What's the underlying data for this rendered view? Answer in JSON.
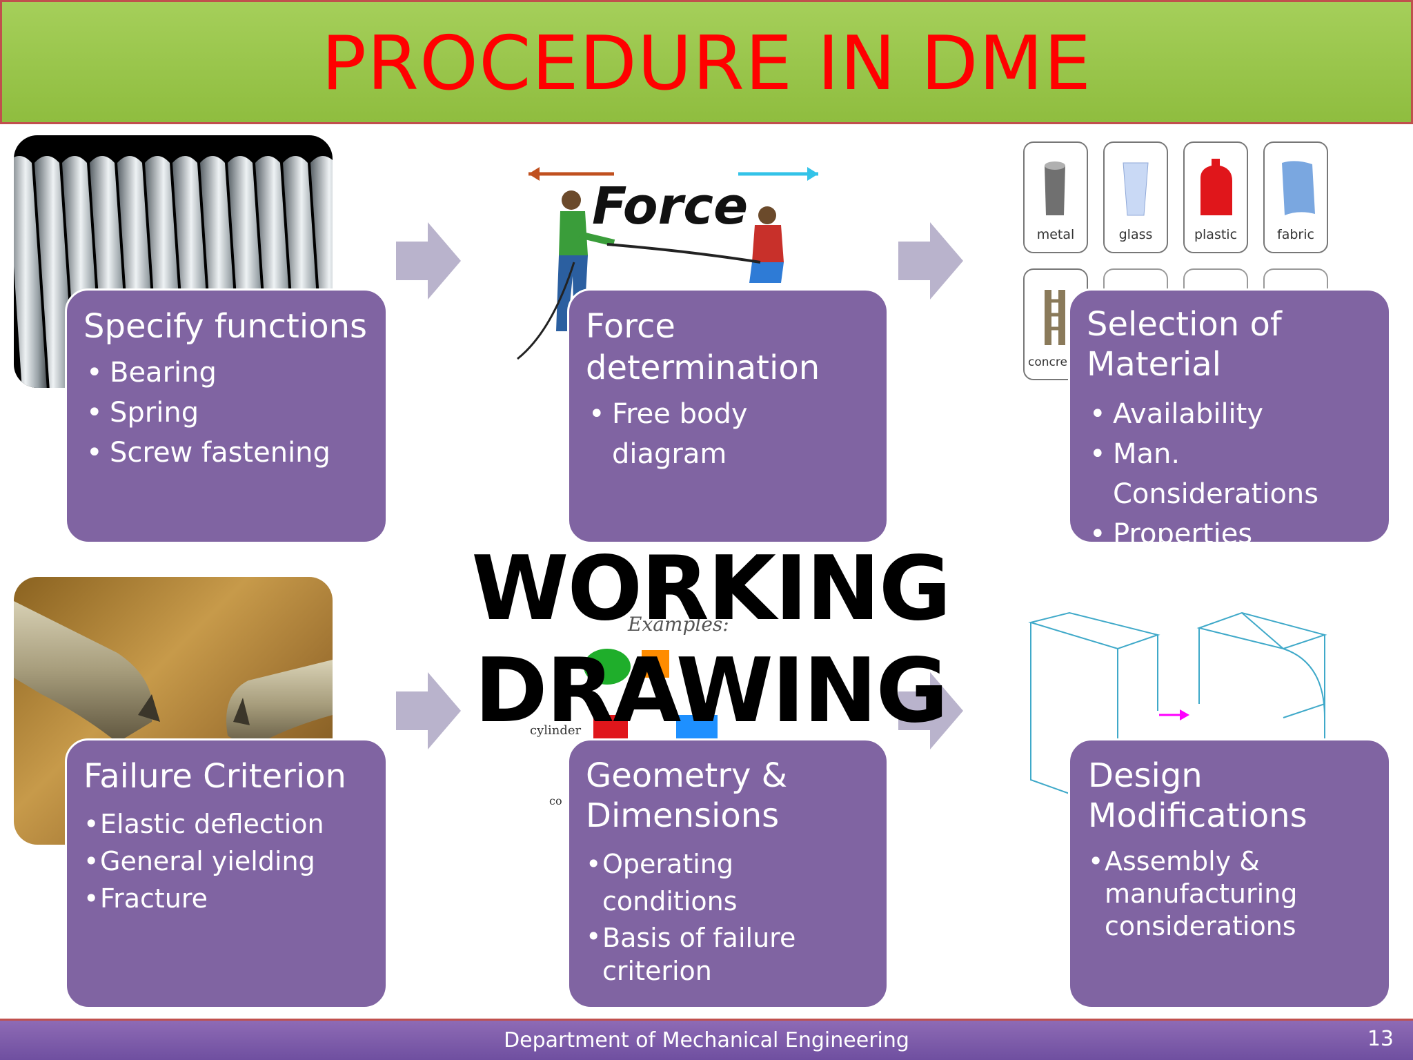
{
  "header": {
    "title": "PROCEDURE IN DME"
  },
  "steps": [
    {
      "title": "Specify functions",
      "bullets": [
        "Bearing",
        "Spring",
        "Screw fastening"
      ]
    },
    {
      "title": "Force determination",
      "bullets": [
        "Free body diagram"
      ]
    },
    {
      "title": "Selection of Material",
      "bullets": [
        "Availability",
        "Man. Considerations",
        "Properties"
      ]
    },
    {
      "title": "Failure Criterion",
      "bullets": [
        "Elastic deflection",
        "General yielding",
        "Fracture"
      ]
    },
    {
      "title": "Geometry & Dimensions",
      "bullets": [
        "Operating conditions",
        "Basis of failure criterion"
      ]
    },
    {
      "title": "Design Modifications",
      "bullets": [
        "Assembly & manufacturing considerations"
      ]
    }
  ],
  "force_image": {
    "label": "Force"
  },
  "material_image": {
    "labels": [
      "metal",
      "glass",
      "plastic",
      "fabric",
      "concre"
    ]
  },
  "geometry_image": {
    "caption": "Examples:",
    "label_left": "cylinder",
    "label_co": "co"
  },
  "overlay": {
    "line1": "WORKING",
    "line2": "DRAWING"
  },
  "footer": {
    "department": "Department of Mechanical Engineering",
    "page": "13"
  },
  "colors": {
    "card": "#8064a2",
    "header": "#9bc54e",
    "title": "#ff0000",
    "arrow": "#b9b3cc",
    "footer": "#7d5cab"
  }
}
